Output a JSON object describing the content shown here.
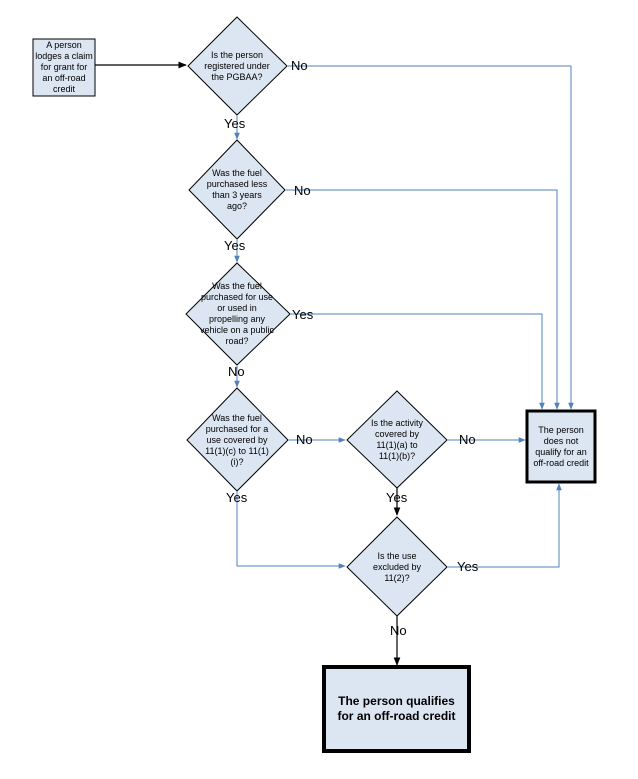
{
  "nodes": {
    "start": "A person lodges a claim for grant for an off-road credit",
    "q_registered": "Is the person registered under the PGBAA?",
    "q_fuel_3_years": "Was the fuel purchased less than 3 years ago?",
    "q_public_road": "Was the fuel purchased for use or used in propelling any vehicle on a public road?",
    "q_use_covered": "Was the fuel purchased for a use covered by 11(1)(c) to 11(1)(i)?",
    "q_activity_covered": "Is the activity covered by 11(1)(a) to 11(1)(b)?",
    "q_excluded": "Is the use excluded by 11(2)?",
    "not_qualify": "The person does not qualify for an off-road credit",
    "qualifies": "The person qualifies for an off-road credit"
  },
  "labels": {
    "no_registered": "No",
    "yes_registered": "Yes",
    "no_fuel_3_years": "No",
    "yes_fuel_3_years": "Yes",
    "yes_public_road": "Yes",
    "no_public_road": "No",
    "no_use_covered": "No",
    "yes_use_covered": "Yes",
    "no_activity_covered": "No",
    "yes_activity_covered": "Yes",
    "yes_excluded": "Yes",
    "no_excluded": "No"
  },
  "colors": {
    "node_fill": "#dce6f2",
    "node_stroke": "#000000",
    "arrow_blue": "#4f81bd",
    "arrow_black": "#000000"
  }
}
